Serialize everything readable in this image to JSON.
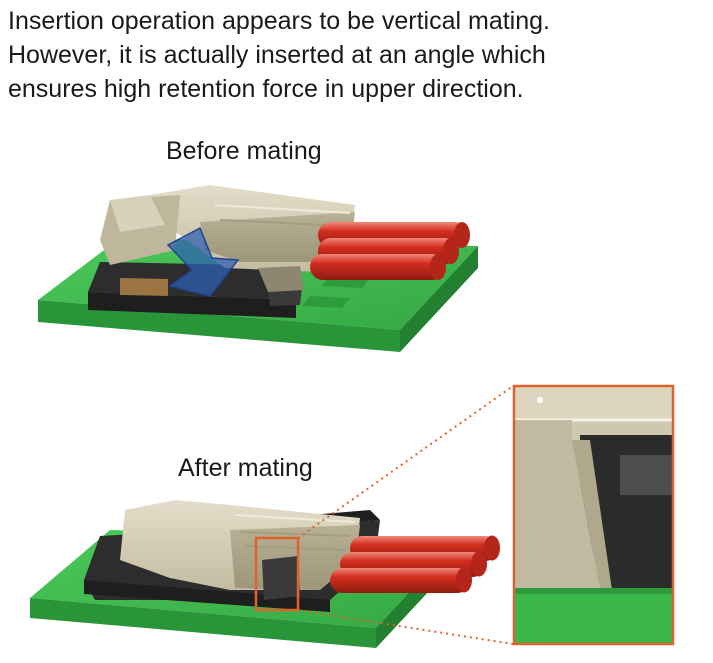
{
  "intro": {
    "lines": [
      "Insertion operation appears to be vertical mating.",
      "However, it is actually inserted at an angle which",
      "ensures high retention force in upper direction."
    ]
  },
  "before": {
    "label": "Before mating"
  },
  "after": {
    "label": "After mating"
  },
  "colors": {
    "board": "#3cb84a",
    "housing": "#c9c1a8",
    "header": "#2d2d2d",
    "wire": "#d42e1f",
    "arrow": "#2f5fb0",
    "callout": "#e0622a"
  }
}
